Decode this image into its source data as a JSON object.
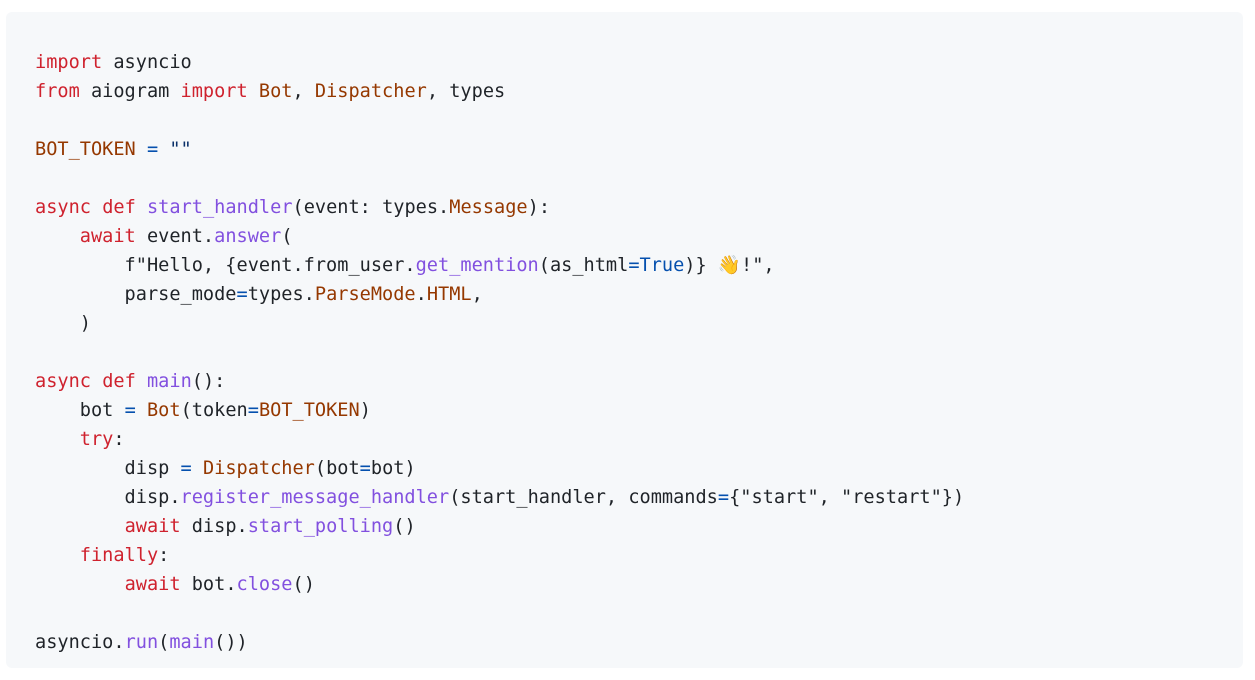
{
  "code_block": {
    "lines": [
      [
        {
          "t": "import",
          "c": "kw"
        },
        {
          "t": " asyncio"
        }
      ],
      [
        {
          "t": "from",
          "c": "kw"
        },
        {
          "t": " aiogram "
        },
        {
          "t": "import",
          "c": "kw"
        },
        {
          "t": " "
        },
        {
          "t": "Bot",
          "c": "cls"
        },
        {
          "t": ", "
        },
        {
          "t": "Dispatcher",
          "c": "cls"
        },
        {
          "t": ", types"
        }
      ],
      [],
      [
        {
          "t": "BOT_TOKEN",
          "c": "cls"
        },
        {
          "t": " "
        },
        {
          "t": "=",
          "c": "op"
        },
        {
          "t": " "
        },
        {
          "t": "\"\"",
          "c": "str"
        }
      ],
      [],
      [
        {
          "t": "async",
          "c": "kw"
        },
        {
          "t": " "
        },
        {
          "t": "def",
          "c": "kw"
        },
        {
          "t": " "
        },
        {
          "t": "start_handler",
          "c": "fn"
        },
        {
          "t": "(event: types."
        },
        {
          "t": "Message",
          "c": "cls"
        },
        {
          "t": "):"
        }
      ],
      [
        {
          "t": "    "
        },
        {
          "t": "await",
          "c": "kw"
        },
        {
          "t": " event."
        },
        {
          "t": "answer",
          "c": "fn"
        },
        {
          "t": "("
        }
      ],
      [
        {
          "t": "        f\"Hello, {event.from_user."
        },
        {
          "t": "get_mention",
          "c": "fn"
        },
        {
          "t": "(as_html"
        },
        {
          "t": "=",
          "c": "op"
        },
        {
          "t": "True",
          "c": "const"
        },
        {
          "t": ")} "
        },
        {
          "t": "👋",
          "c": "emoji-hand"
        },
        {
          "t": "!\","
        }
      ],
      [
        {
          "t": "        parse_mode"
        },
        {
          "t": "=",
          "c": "op"
        },
        {
          "t": "types."
        },
        {
          "t": "ParseMode",
          "c": "cls"
        },
        {
          "t": "."
        },
        {
          "t": "HTML",
          "c": "cls"
        },
        {
          "t": ","
        }
      ],
      [
        {
          "t": "    )"
        }
      ],
      [],
      [
        {
          "t": "async",
          "c": "kw"
        },
        {
          "t": " "
        },
        {
          "t": "def",
          "c": "kw"
        },
        {
          "t": " "
        },
        {
          "t": "main",
          "c": "fn"
        },
        {
          "t": "():"
        }
      ],
      [
        {
          "t": "    bot "
        },
        {
          "t": "=",
          "c": "op"
        },
        {
          "t": " "
        },
        {
          "t": "Bot",
          "c": "cls"
        },
        {
          "t": "(token"
        },
        {
          "t": "=",
          "c": "op"
        },
        {
          "t": "BOT_TOKEN",
          "c": "cls"
        },
        {
          "t": ")"
        }
      ],
      [
        {
          "t": "    "
        },
        {
          "t": "try",
          "c": "kw"
        },
        {
          "t": ":"
        }
      ],
      [
        {
          "t": "        disp "
        },
        {
          "t": "=",
          "c": "op"
        },
        {
          "t": " "
        },
        {
          "t": "Dispatcher",
          "c": "cls"
        },
        {
          "t": "(bot"
        },
        {
          "t": "=",
          "c": "op"
        },
        {
          "t": "bot)"
        }
      ],
      [
        {
          "t": "        disp."
        },
        {
          "t": "register_message_handler",
          "c": "fn"
        },
        {
          "t": "(start_handler, commands"
        },
        {
          "t": "=",
          "c": "op"
        },
        {
          "t": "{\"start\", \"restart\"})"
        }
      ],
      [
        {
          "t": "        "
        },
        {
          "t": "await",
          "c": "kw"
        },
        {
          "t": " disp."
        },
        {
          "t": "start_polling",
          "c": "fn"
        },
        {
          "t": "()"
        }
      ],
      [
        {
          "t": "    "
        },
        {
          "t": "finally",
          "c": "kw"
        },
        {
          "t": ":"
        }
      ],
      [
        {
          "t": "        "
        },
        {
          "t": "await",
          "c": "kw"
        },
        {
          "t": " bot."
        },
        {
          "t": "close",
          "c": "fn"
        },
        {
          "t": "()"
        }
      ],
      [],
      [
        {
          "t": "asyncio."
        },
        {
          "t": "run",
          "c": "fn"
        },
        {
          "t": "("
        },
        {
          "t": "main",
          "c": "fn"
        },
        {
          "t": "())"
        }
      ]
    ]
  }
}
